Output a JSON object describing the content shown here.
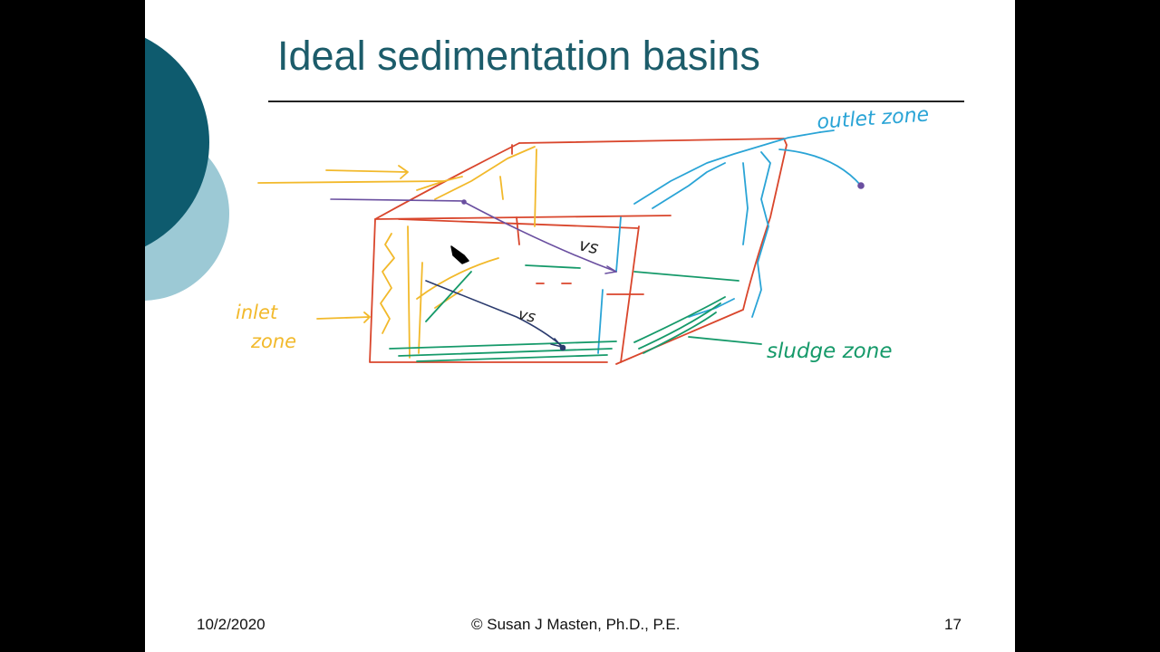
{
  "slide": {
    "title": "Ideal sedimentation basins",
    "colors": {
      "title": "#1c5c6a",
      "decor_dark": "#0e5b6e",
      "decor_light": "#9cc9d5",
      "ink_red": "#d9462c",
      "ink_yellow": "#f2b92b",
      "ink_blue": "#2aa4d6",
      "ink_green": "#169a6a",
      "ink_purple": "#6a4fa0",
      "ink_navy": "#2b3b6e"
    }
  },
  "annotations": {
    "outlet_zone": "outlet zone",
    "inlet_line1": "inlet",
    "inlet_line2": "zone",
    "sludge_zone": "sludge zone",
    "vs_upper": "vs",
    "vs_lower": "vs"
  },
  "footer": {
    "date": "10/2/2020",
    "copyright": "© Susan J Masten, Ph.D., P.E.",
    "page": "17"
  }
}
